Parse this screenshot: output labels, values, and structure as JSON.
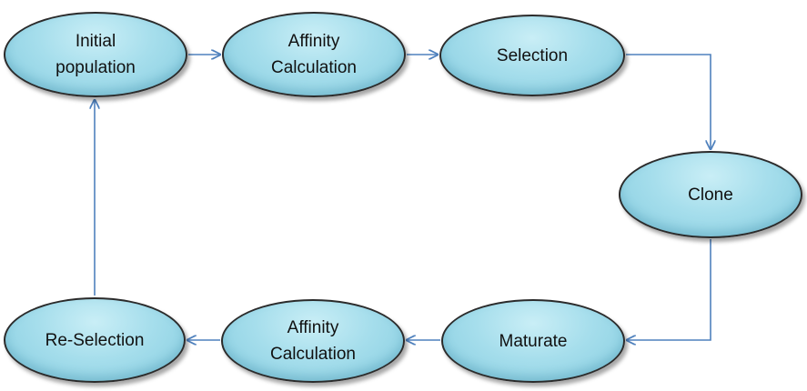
{
  "nodes": {
    "initial_population": "Initial\npopulation",
    "affinity_calculation_top": "Affinity\nCalculation",
    "selection": "Selection",
    "clone": "Clone",
    "maturate": "Maturate",
    "affinity_calculation_bottom": "Affinity\nCalculation",
    "re_selection": "Re-Selection"
  },
  "colors": {
    "node_fill": "#a6deec",
    "node_border": "#2b2b2b",
    "connector": "#4f81bd"
  }
}
